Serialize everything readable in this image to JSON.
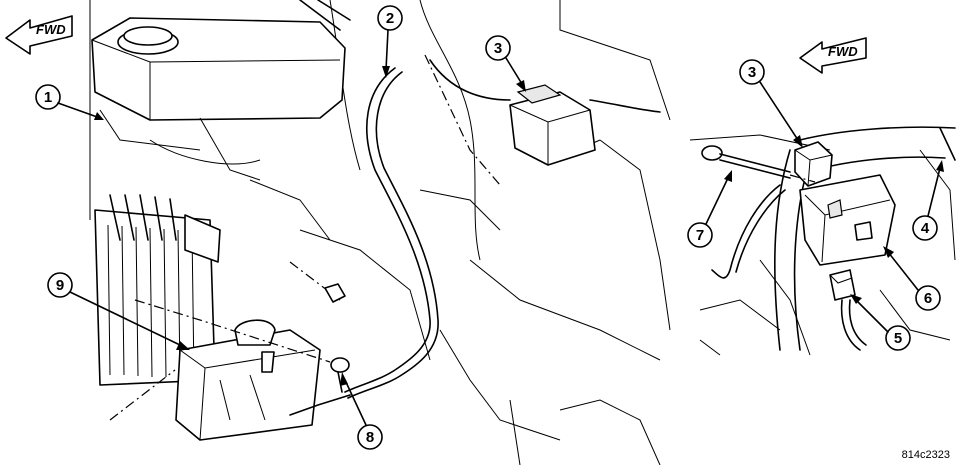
{
  "fwd_label": "FWD",
  "callouts": {
    "c1": "1",
    "c2": "2",
    "c3": "3",
    "c3b": "3",
    "c4": "4",
    "c5": "5",
    "c6": "6",
    "c7": "7",
    "c8": "8",
    "c9": "9"
  },
  "figure_code": "814c2323"
}
